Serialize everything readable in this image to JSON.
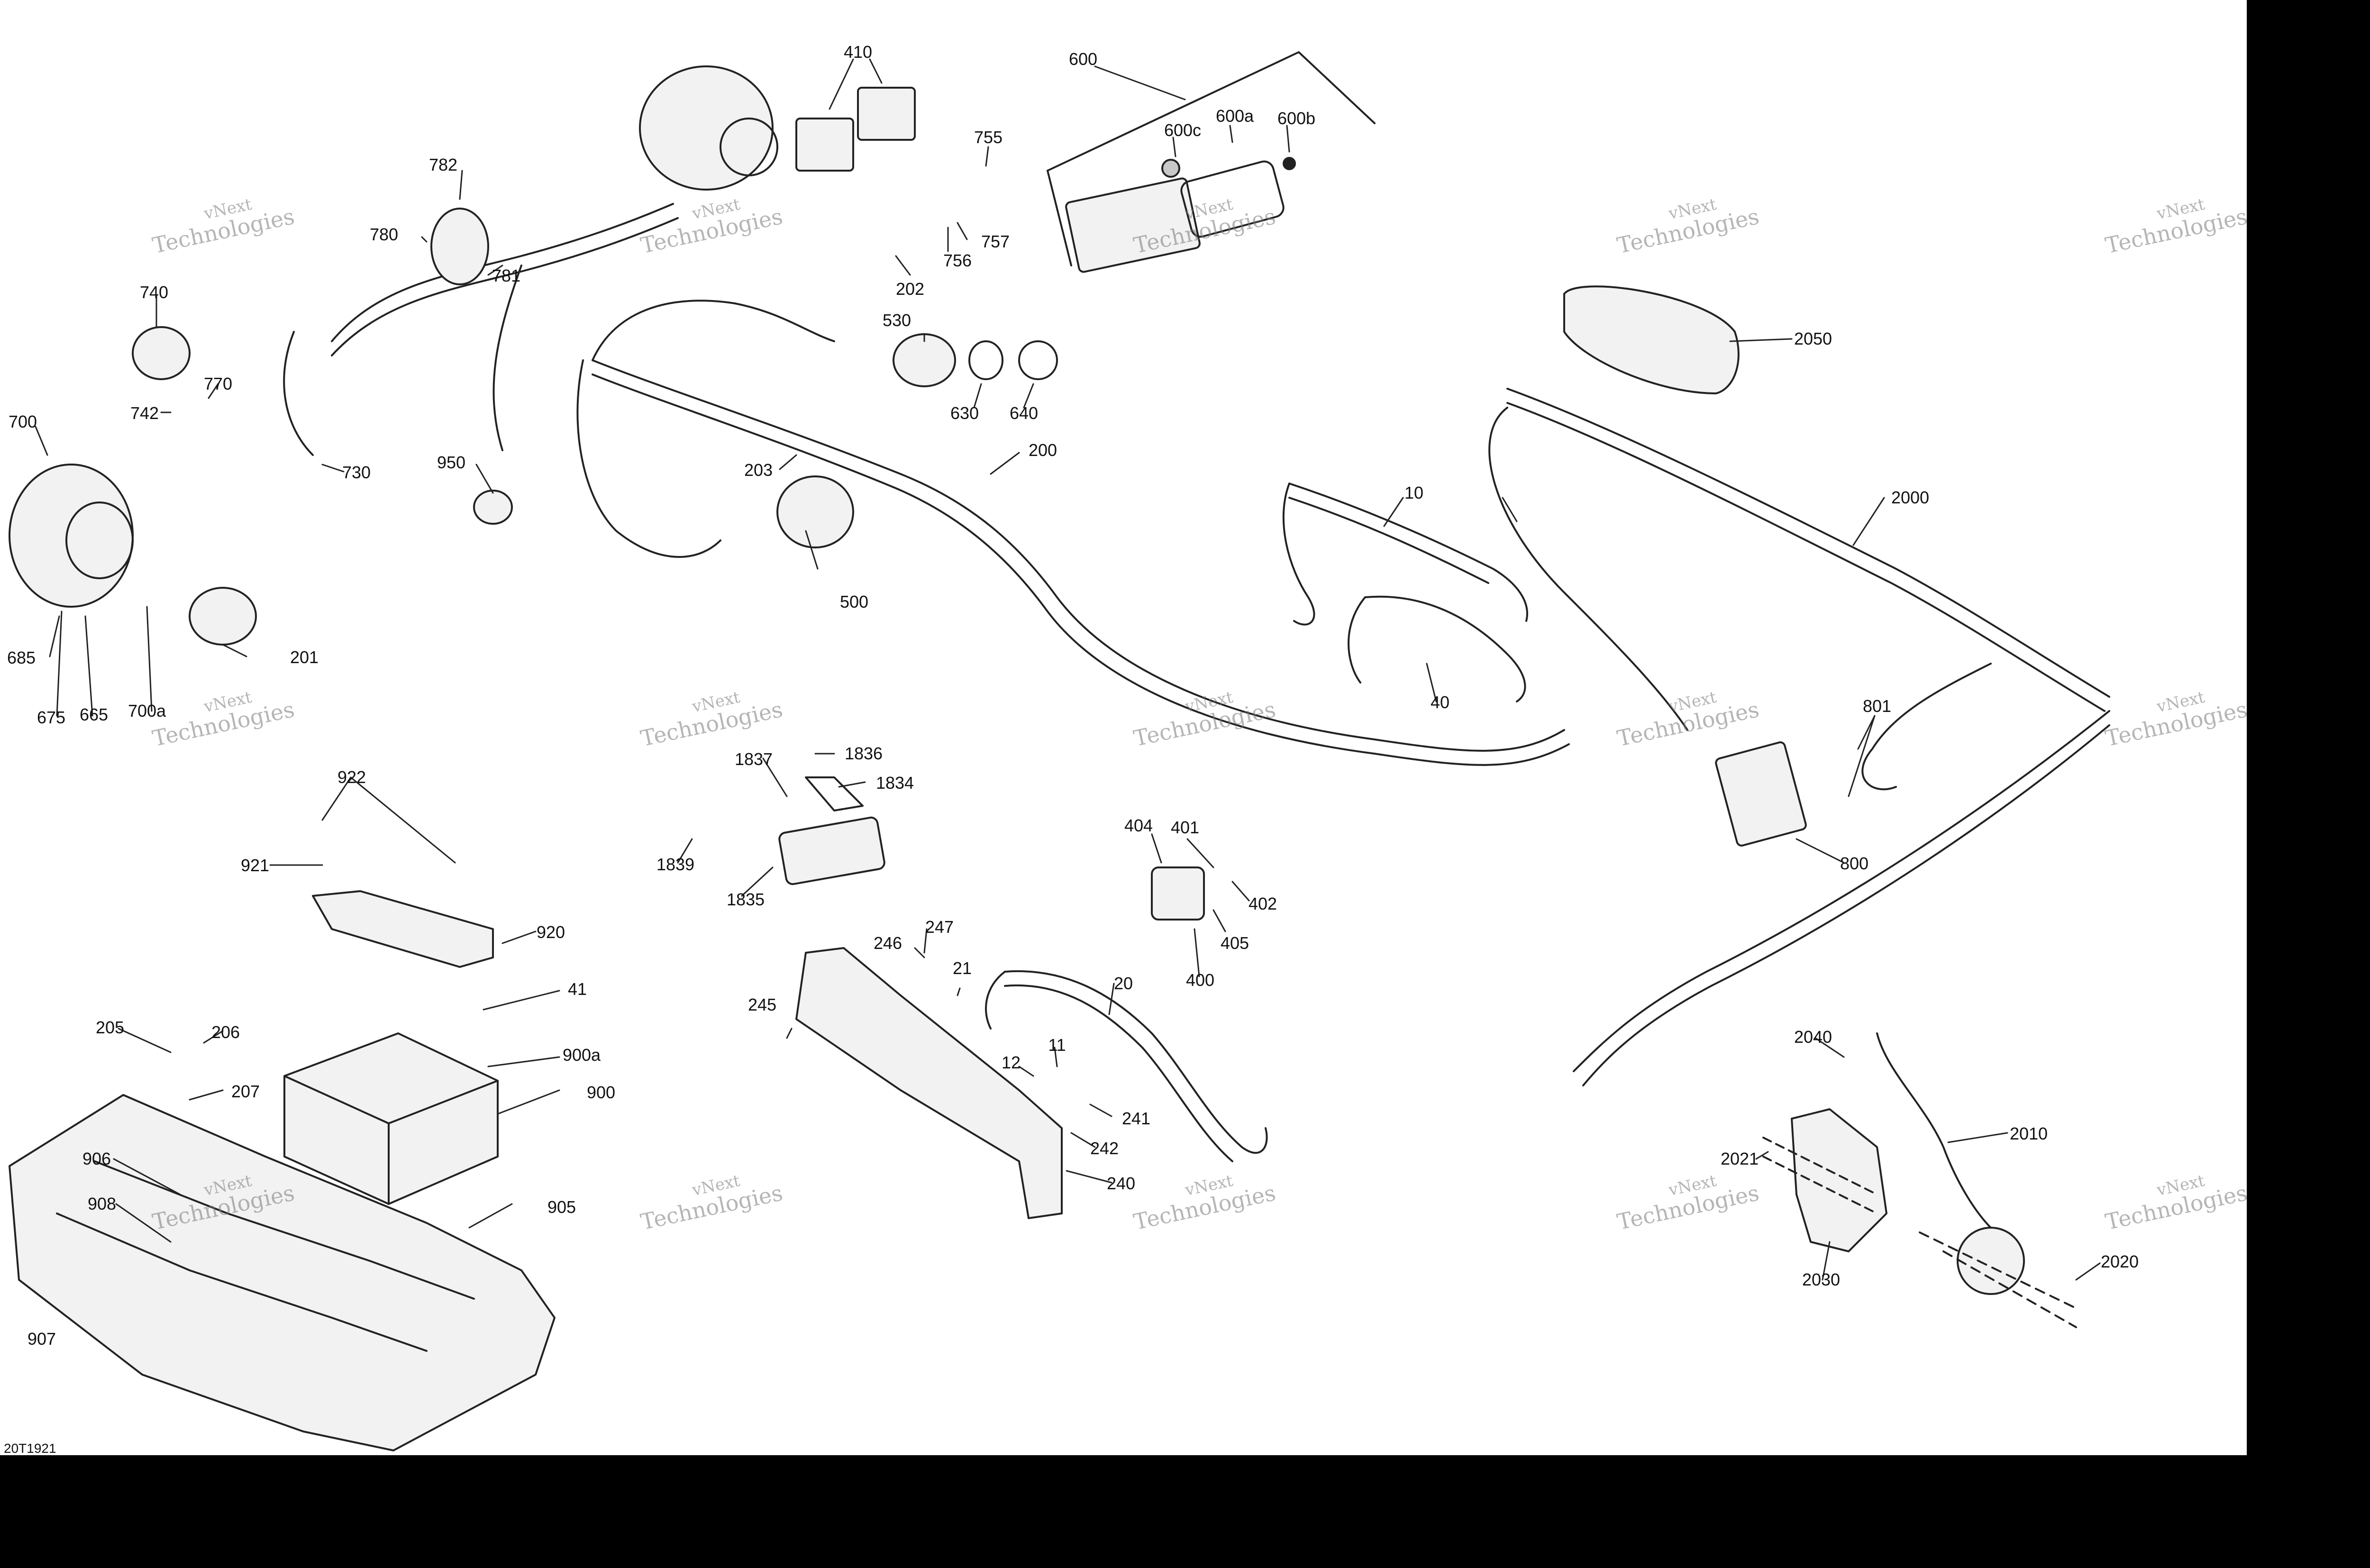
{
  "diagram": {
    "reference_code": "20T1921",
    "watermark": {
      "line1": "vNext",
      "line2": "Technologies"
    },
    "parts": [
      {
        "id": "p10",
        "label": "10"
      },
      {
        "id": "p11",
        "label": "11"
      },
      {
        "id": "p12",
        "label": "12"
      },
      {
        "id": "p20",
        "label": "20"
      },
      {
        "id": "p21",
        "label": "21"
      },
      {
        "id": "p40",
        "label": "40"
      },
      {
        "id": "p41",
        "label": "41"
      },
      {
        "id": "p200",
        "label": "200"
      },
      {
        "id": "p201",
        "label": "201"
      },
      {
        "id": "p202",
        "label": "202"
      },
      {
        "id": "p203",
        "label": "203"
      },
      {
        "id": "p205",
        "label": "205"
      },
      {
        "id": "p206",
        "label": "206"
      },
      {
        "id": "p207",
        "label": "207"
      },
      {
        "id": "p240",
        "label": "240"
      },
      {
        "id": "p241",
        "label": "241"
      },
      {
        "id": "p242",
        "label": "242"
      },
      {
        "id": "p245",
        "label": "245"
      },
      {
        "id": "p246",
        "label": "246"
      },
      {
        "id": "p247",
        "label": "247"
      },
      {
        "id": "p400",
        "label": "400"
      },
      {
        "id": "p401",
        "label": "401"
      },
      {
        "id": "p402",
        "label": "402"
      },
      {
        "id": "p404",
        "label": "404"
      },
      {
        "id": "p405",
        "label": "405"
      },
      {
        "id": "p410",
        "label": "410"
      },
      {
        "id": "p500",
        "label": "500"
      },
      {
        "id": "p530",
        "label": "530"
      },
      {
        "id": "p600",
        "label": "600"
      },
      {
        "id": "p600a",
        "label": "600a"
      },
      {
        "id": "p600b",
        "label": "600b"
      },
      {
        "id": "p600c",
        "label": "600c"
      },
      {
        "id": "p630",
        "label": "630"
      },
      {
        "id": "p640",
        "label": "640"
      },
      {
        "id": "p665",
        "label": "665"
      },
      {
        "id": "p675",
        "label": "675"
      },
      {
        "id": "p685",
        "label": "685"
      },
      {
        "id": "p700",
        "label": "700"
      },
      {
        "id": "p700a",
        "label": "700a"
      },
      {
        "id": "p730",
        "label": "730"
      },
      {
        "id": "p740",
        "label": "740"
      },
      {
        "id": "p742",
        "label": "742"
      },
      {
        "id": "p755",
        "label": "755"
      },
      {
        "id": "p756",
        "label": "756"
      },
      {
        "id": "p757",
        "label": "757"
      },
      {
        "id": "p770",
        "label": "770"
      },
      {
        "id": "p780",
        "label": "780"
      },
      {
        "id": "p781",
        "label": "781"
      },
      {
        "id": "p782",
        "label": "782"
      },
      {
        "id": "p800",
        "label": "800"
      },
      {
        "id": "p801",
        "label": "801"
      },
      {
        "id": "p900",
        "label": "900"
      },
      {
        "id": "p900a",
        "label": "900a"
      },
      {
        "id": "p905",
        "label": "905"
      },
      {
        "id": "p906",
        "label": "906"
      },
      {
        "id": "p907",
        "label": "907"
      },
      {
        "id": "p908",
        "label": "908"
      },
      {
        "id": "p920",
        "label": "920"
      },
      {
        "id": "p921",
        "label": "921"
      },
      {
        "id": "p922",
        "label": "922"
      },
      {
        "id": "p950",
        "label": "950"
      },
      {
        "id": "p1834",
        "label": "1834"
      },
      {
        "id": "p1835",
        "label": "1835"
      },
      {
        "id": "p1836",
        "label": "1836"
      },
      {
        "id": "p1837",
        "label": "1837"
      },
      {
        "id": "p1839",
        "label": "1839"
      },
      {
        "id": "p2000",
        "label": "2000"
      },
      {
        "id": "p2010",
        "label": "2010"
      },
      {
        "id": "p2020",
        "label": "2020"
      },
      {
        "id": "p2021",
        "label": "2021"
      },
      {
        "id": "p2030",
        "label": "2030"
      },
      {
        "id": "p2040",
        "label": "2040"
      },
      {
        "id": "p2050",
        "label": "2050"
      }
    ],
    "colors": {
      "line": "#222222",
      "paper": "#ffffff",
      "frame": "#000000",
      "part_fill": "#f2f2f2",
      "part_shade": "#c8c8c8"
    }
  }
}
